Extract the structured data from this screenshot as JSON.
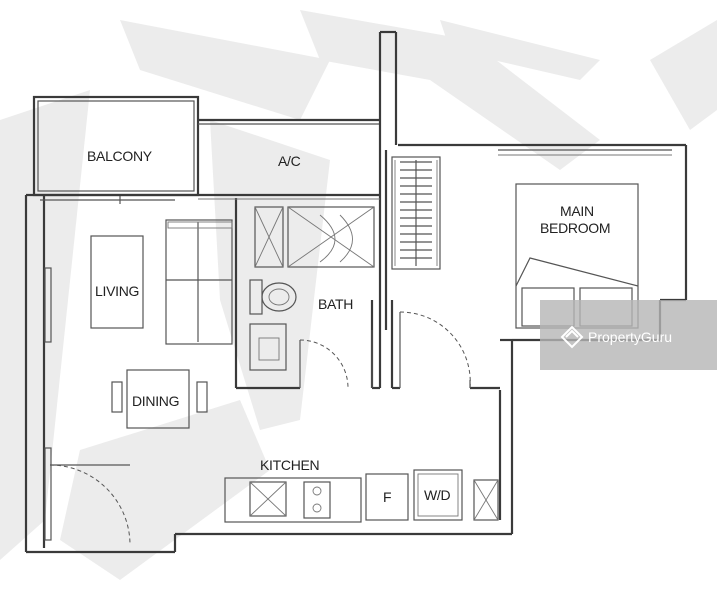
{
  "rooms": {
    "balcony": "BALCONY",
    "ac": "A/C",
    "main_bedroom_line1": "MAIN",
    "main_bedroom_line2": "BEDROOM",
    "living": "LIVING",
    "bath": "BATH",
    "dining": "DINING",
    "kitchen": "KITCHEN"
  },
  "fixtures": {
    "fridge": "F",
    "washer_dryer": "W/D"
  },
  "watermark": {
    "brand": "PropertyGuru"
  },
  "colors": {
    "wall": "#3a3a3a",
    "watermark_band": "#b5b5b5",
    "background_watermark": "#ececec"
  }
}
